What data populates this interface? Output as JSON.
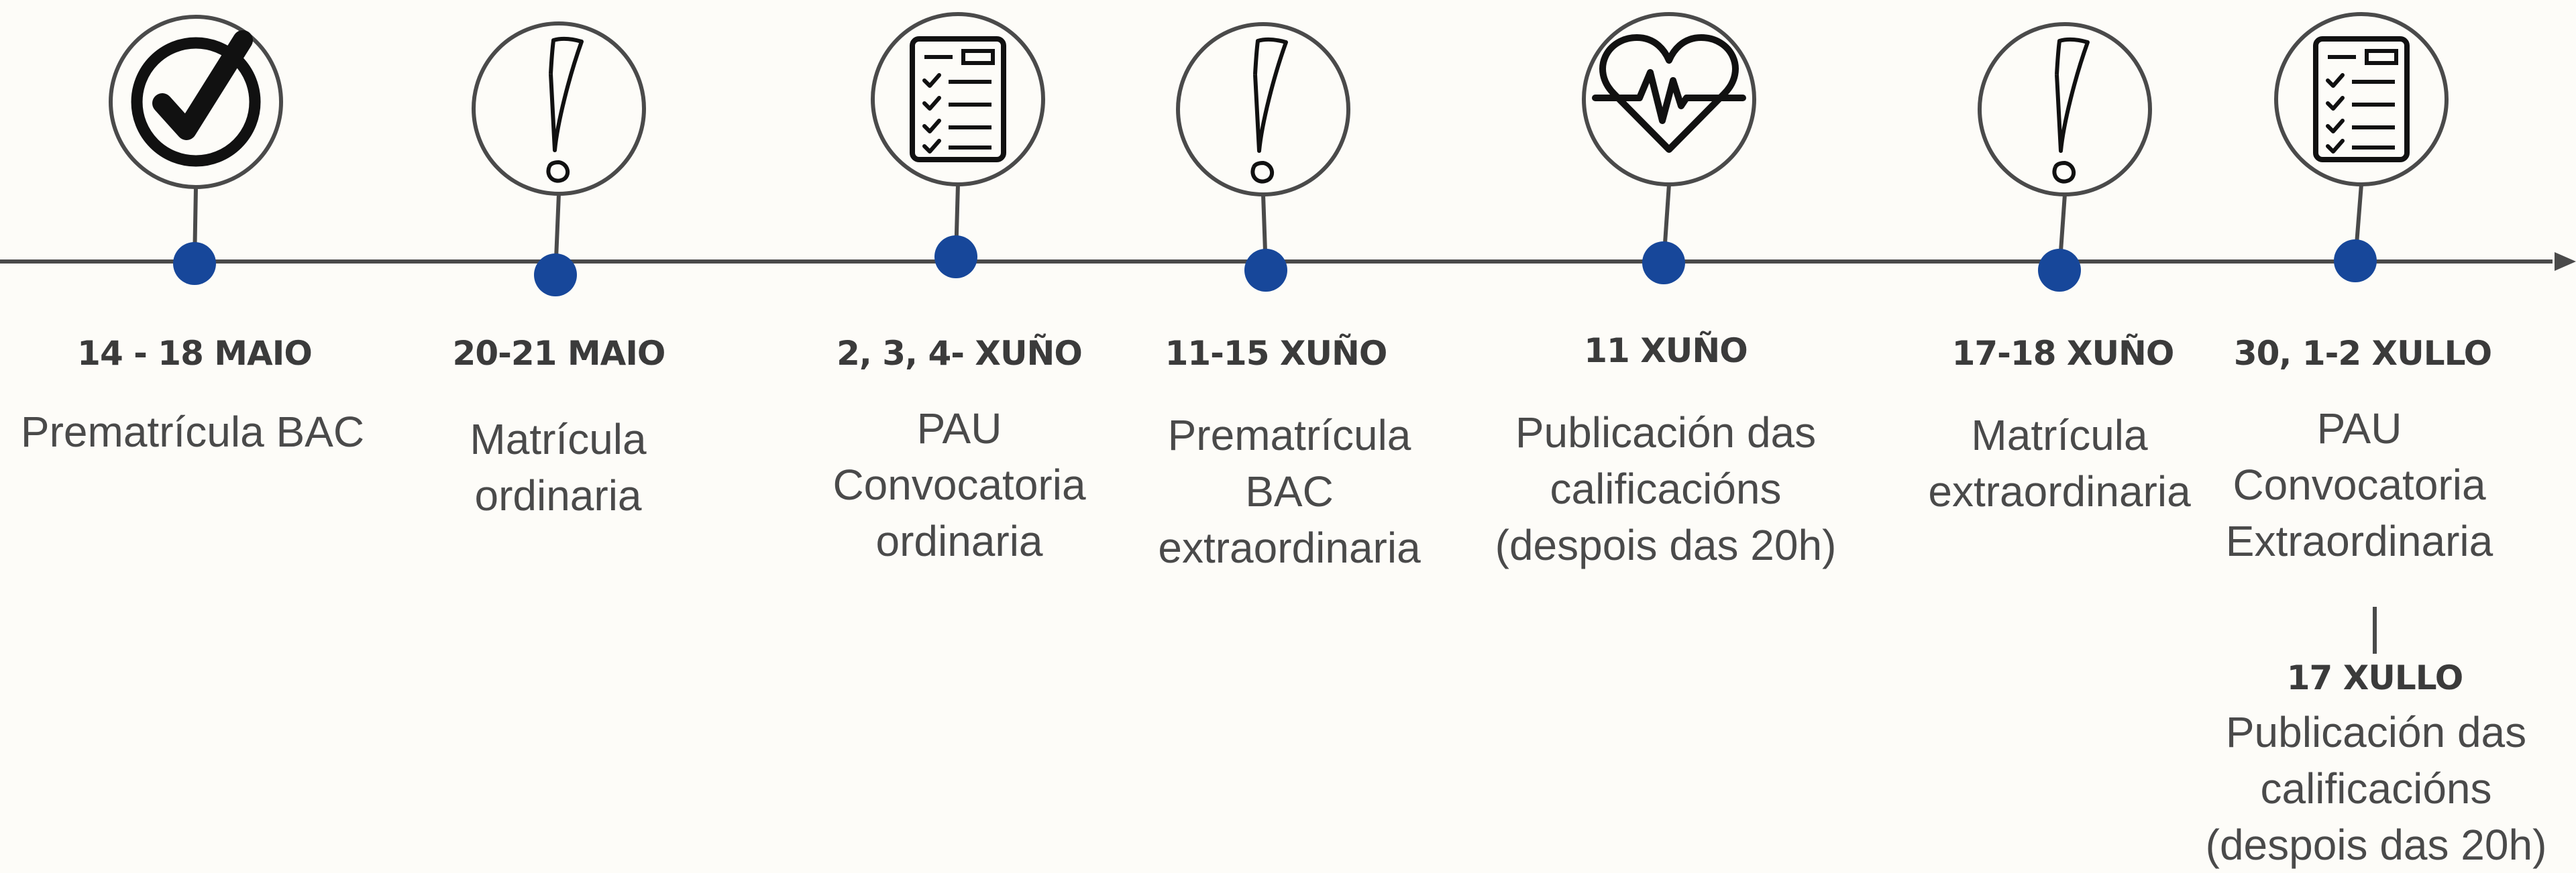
{
  "colors": {
    "background": "#fdfcf8",
    "line": "#4a4a4a",
    "dot": "#17479a",
    "text": "#4a4a4a"
  },
  "events": [
    {
      "icon": "checkmark-icon",
      "date": "14 - 18 MAIO",
      "lines": [
        "Prematrícula BAC"
      ]
    },
    {
      "icon": "exclamation-icon",
      "date": "20-21 MAIO",
      "lines": [
        "Matrícula",
        "ordinaria"
      ]
    },
    {
      "icon": "checklist-icon",
      "date": "2, 3, 4- XUÑO",
      "lines": [
        "PAU",
        "Convocatoria",
        "ordinaria"
      ]
    },
    {
      "icon": "exclamation-icon",
      "date": "11-15 XUÑO",
      "lines": [
        "Prematrícula",
        "BAC",
        "extraordinaria"
      ]
    },
    {
      "icon": "heartbeat-icon",
      "date": "11 XUÑO",
      "lines": [
        "Publicación das",
        "calificacións",
        "(despois das 20h)"
      ]
    },
    {
      "icon": "exclamation-icon",
      "date": "17-18 XUÑO",
      "lines": [
        "Matrícula",
        "extraordinaria"
      ]
    },
    {
      "icon": "checklist-icon",
      "date": "30, 1-2 XULLO",
      "lines": [
        "PAU",
        "Convocatoria",
        "Extraordinaria"
      ]
    }
  ],
  "extra": {
    "date": "17 XULLO",
    "lines": [
      "Publicación das",
      "calificacións",
      "(despois das 20h)"
    ]
  }
}
